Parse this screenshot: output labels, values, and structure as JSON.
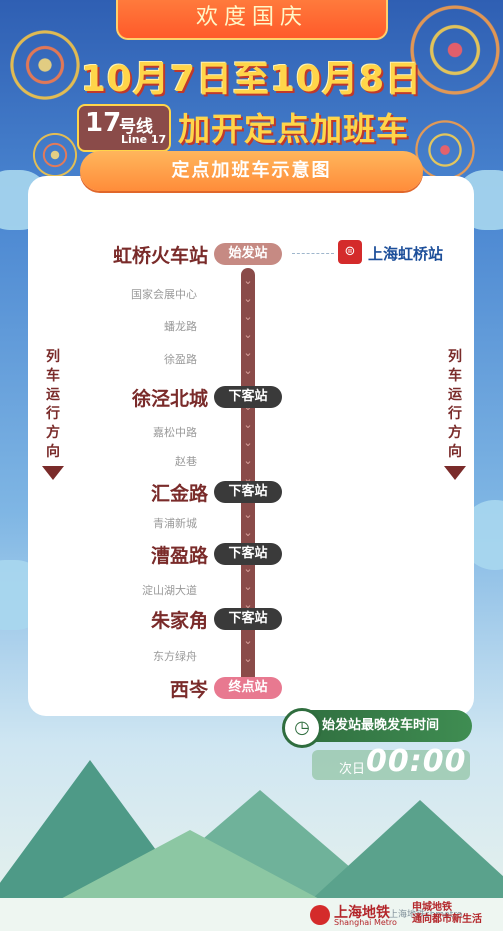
{
  "header": {
    "banner": "欢度国庆",
    "date_range": "10月7日至10月8日",
    "line_number": "17",
    "line_hao": "号线",
    "line_en": "Line 17",
    "subtitle": "加开定点加班车",
    "diagram_title": "定点加班车示意图"
  },
  "stations": [
    {
      "name": "虹桥火车站",
      "type": "major",
      "tag": "始发站",
      "tag_kind": "start"
    },
    {
      "name": "国家会展中心",
      "type": "minor"
    },
    {
      "name": "蟠龙路",
      "type": "minor"
    },
    {
      "name": "徐盈路",
      "type": "minor"
    },
    {
      "name": "徐泾北城",
      "type": "major",
      "tag": "下客站",
      "tag_kind": "drop"
    },
    {
      "name": "嘉松中路",
      "type": "minor"
    },
    {
      "name": "赵巷",
      "type": "minor"
    },
    {
      "name": "汇金路",
      "type": "major",
      "tag": "下客站",
      "tag_kind": "drop"
    },
    {
      "name": "青浦新城",
      "type": "minor"
    },
    {
      "name": "漕盈路",
      "type": "major",
      "tag": "下客站",
      "tag_kind": "drop"
    },
    {
      "name": "淀山湖大道",
      "type": "minor"
    },
    {
      "name": "朱家角",
      "type": "major",
      "tag": "下客站",
      "tag_kind": "drop"
    },
    {
      "name": "东方绿舟",
      "type": "minor"
    },
    {
      "name": "西岑",
      "type": "major",
      "tag": "终点站",
      "tag_kind": "end"
    }
  ],
  "transfer": {
    "label": "上海虹桥站",
    "icon": "railway-station-icon"
  },
  "direction": {
    "label": [
      "列",
      "车",
      "运",
      "行",
      "方",
      "向"
    ]
  },
  "last_departure": {
    "label": "始发站最晚发车时间",
    "day_note": "次日",
    "time": "00:00"
  },
  "footer": {
    "logo_cn": "上海地铁",
    "logo_en": "Shanghai Metro",
    "logo2_line1": "申城地铁",
    "logo2_line2": "通向都市新生活",
    "watermark": "上海地铁shmetro"
  },
  "colors": {
    "accent": "#7a2b2a",
    "title_gold": "#ffd54a",
    "track": "#8a4b49",
    "drop_tag": "#3a3a3a",
    "end_tag": "#e87990",
    "start_tag": "#c68a83"
  }
}
